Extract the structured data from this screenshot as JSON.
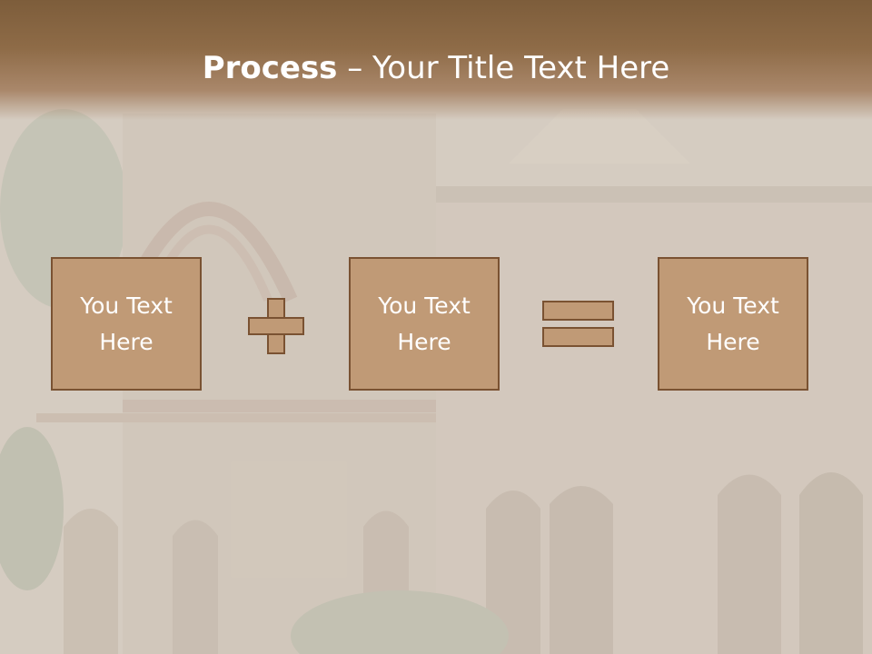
{
  "title": {
    "bold": "Process",
    "rest": " – Your Title Text Here"
  },
  "boxes": [
    "You Text Here",
    "You Text Here",
    "You Text Here"
  ],
  "operators": [
    "plus-icon",
    "equals-icon"
  ],
  "colors": {
    "header": "#8e6b47",
    "box_fill": "#c09a76",
    "box_border": "#7a5232",
    "text": "#ffffff"
  }
}
